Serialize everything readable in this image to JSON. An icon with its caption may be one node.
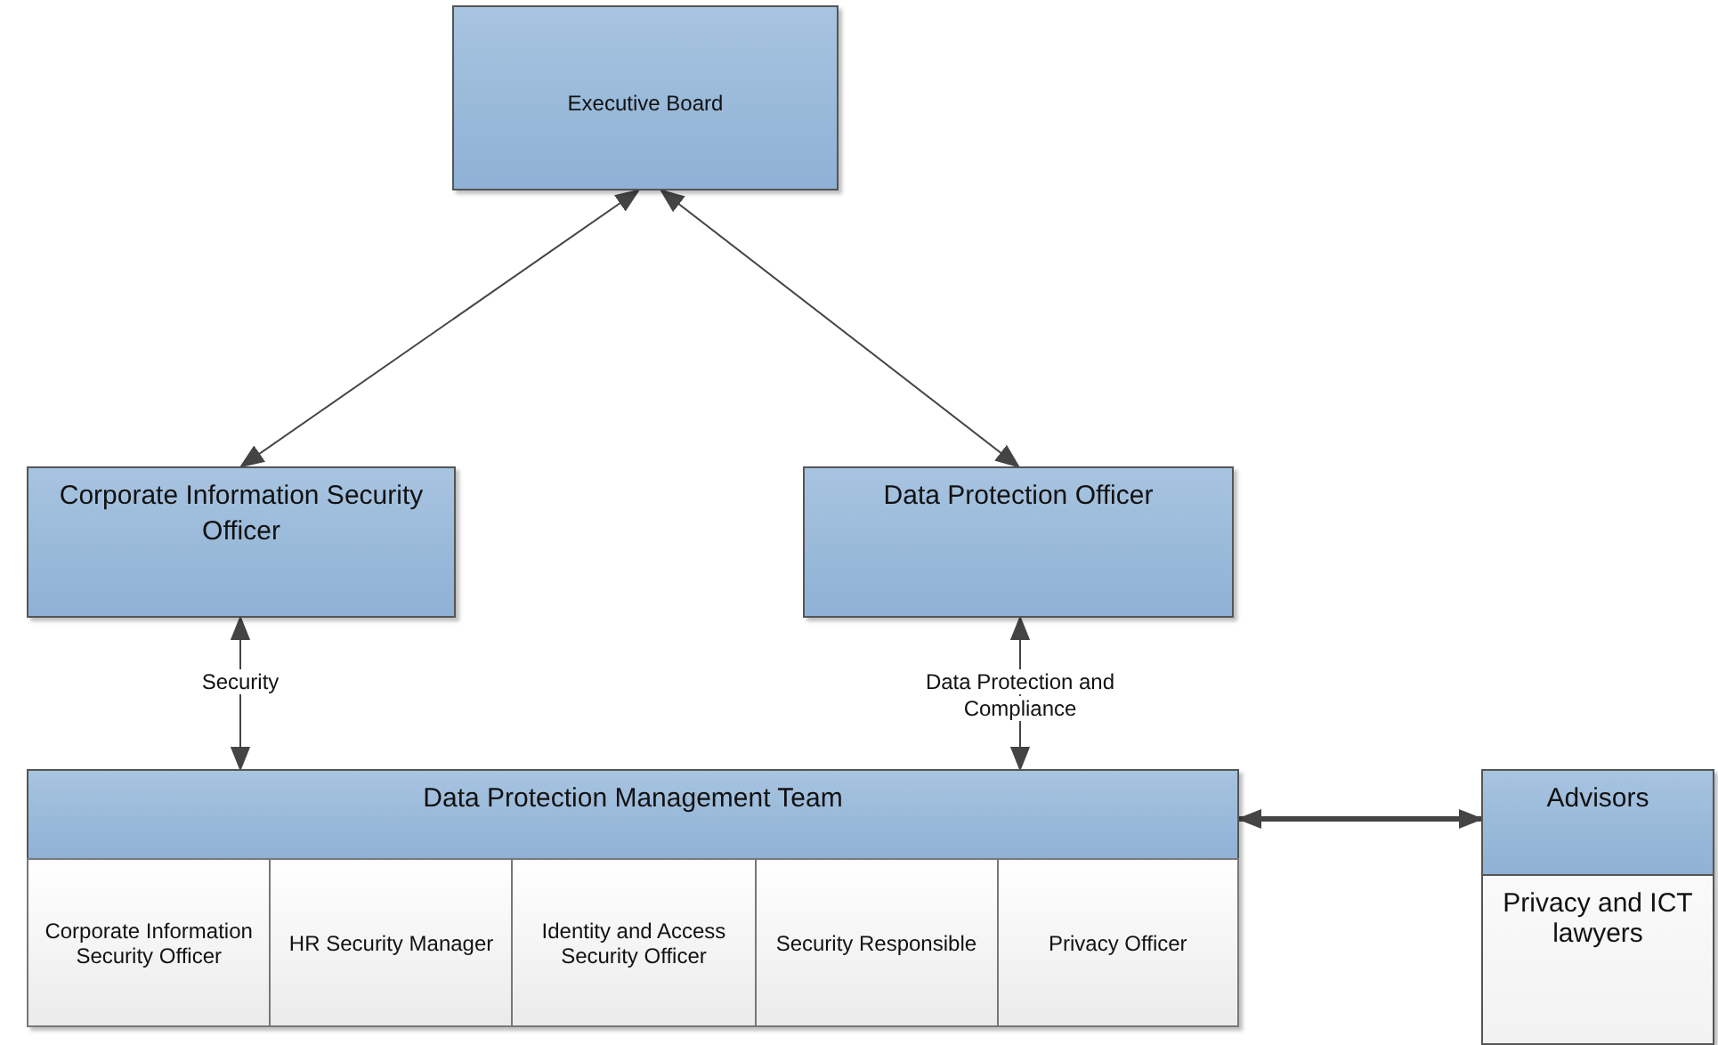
{
  "diagram": {
    "nodes": [
      {
        "text": [
          "Executive Board"
        ]
      },
      {
        "text": [
          "Corporate Information Security Officer"
        ]
      },
      {
        "text": [
          "Data Protection Officer"
        ]
      },
      {
        "text": [
          "Data Protection Management Team"
        ]
      },
      {
        "text": [
          "Corporate Information Security Officer"
        ],
        "in": 3
      },
      {
        "text": [
          "HR Security Manager"
        ],
        "in": 3
      },
      {
        "text": [
          "Identity and Access Security Officer"
        ],
        "in": 3
      },
      {
        "text": [
          "Security Responsible"
        ],
        "in": 3
      },
      {
        "text": [
          "Privacy Officer"
        ],
        "in": 3
      },
      {
        "text": [
          "Advisors",
          "Privacy and ICT lawyers"
        ]
      }
    ],
    "edges": [
      {
        "from": 0,
        "to": 1,
        "arrow": "both"
      },
      {
        "from": 0,
        "to": 2,
        "arrow": "both"
      },
      {
        "from": 1,
        "to": 3,
        "arrow": "both",
        "label": "Security"
      },
      {
        "from": 2,
        "to": 3,
        "arrow": "both",
        "label": "Data Protection and Compliance"
      },
      {
        "from": 3,
        "to": 9,
        "arrow": "both",
        "style": "thick"
      }
    ]
  }
}
